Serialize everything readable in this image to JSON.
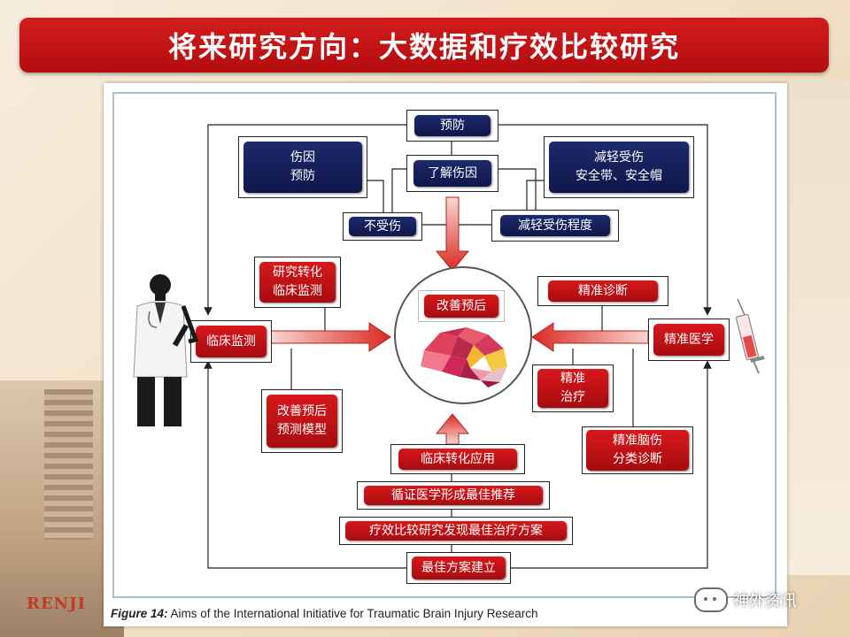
{
  "slide": {
    "title": "将来研究方向：大数据和疗效比较研究",
    "background_text": "RENJI",
    "watermark": "神外资讯"
  },
  "figure": {
    "caption_bold": "Figure 14:",
    "caption_text": "Aims of the International Initiative for Traumatic Brain Injury Research",
    "boxes": {
      "prevention": "预防",
      "injury_cause_prevention_line1": "伤因",
      "injury_cause_prevention_line2": "预防",
      "understand_cause": "了解伤因",
      "reduce_injury_line1": "减轻受伤",
      "reduce_injury_line2": "安全带、安全帽",
      "not_injured": "不受伤",
      "reduce_severity": "减轻受伤程度",
      "research_translation_line1": "研究转化",
      "research_translation_line2": "临床监测",
      "clinical_monitoring": "临床监测",
      "improve_outcome": "改善预后",
      "precision_diagnosis": "精准诊断",
      "precision_medicine": "精准医学",
      "prognosis_model_line1": "改善预后",
      "prognosis_model_line2": "预测模型",
      "precision_treatment_line1": "精准",
      "precision_treatment_line2": "治疗",
      "tbi_classification_line1": "精准脑伤",
      "tbi_classification_line2": "分类诊断",
      "clinical_application": "临床转化应用",
      "evidence_based": "循证医学形成最佳推荐",
      "comparative_effectiveness": "疗效比较研究发现最佳治疗方案",
      "best_plan": "最佳方案建立"
    }
  },
  "colors": {
    "title_red": "#c0121a",
    "navy": "#16205a",
    "box_red": "#c01015"
  },
  "icons": [
    "doctor-icon",
    "syringe-icon",
    "brain-icon",
    "wechat-icon"
  ]
}
